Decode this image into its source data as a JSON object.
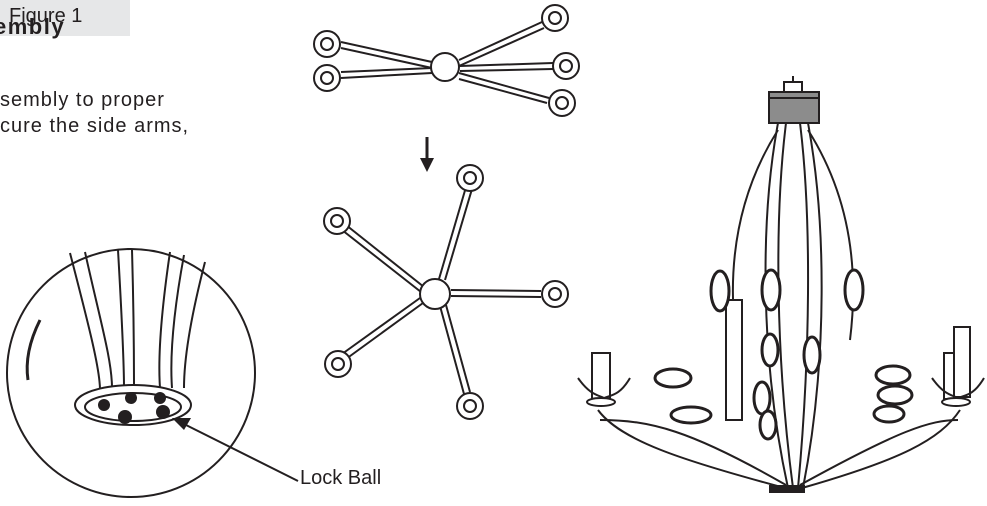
{
  "heading": "embly",
  "body_lines": [
    "sembly to proper",
    "cure the side arms,"
  ],
  "figure_label": "Figure 1",
  "callout_label": "Lock Ball",
  "colors": {
    "ink": "#231f20",
    "label_bg": "#e6e7e8",
    "canopy_fill": "#8c8c8c"
  }
}
